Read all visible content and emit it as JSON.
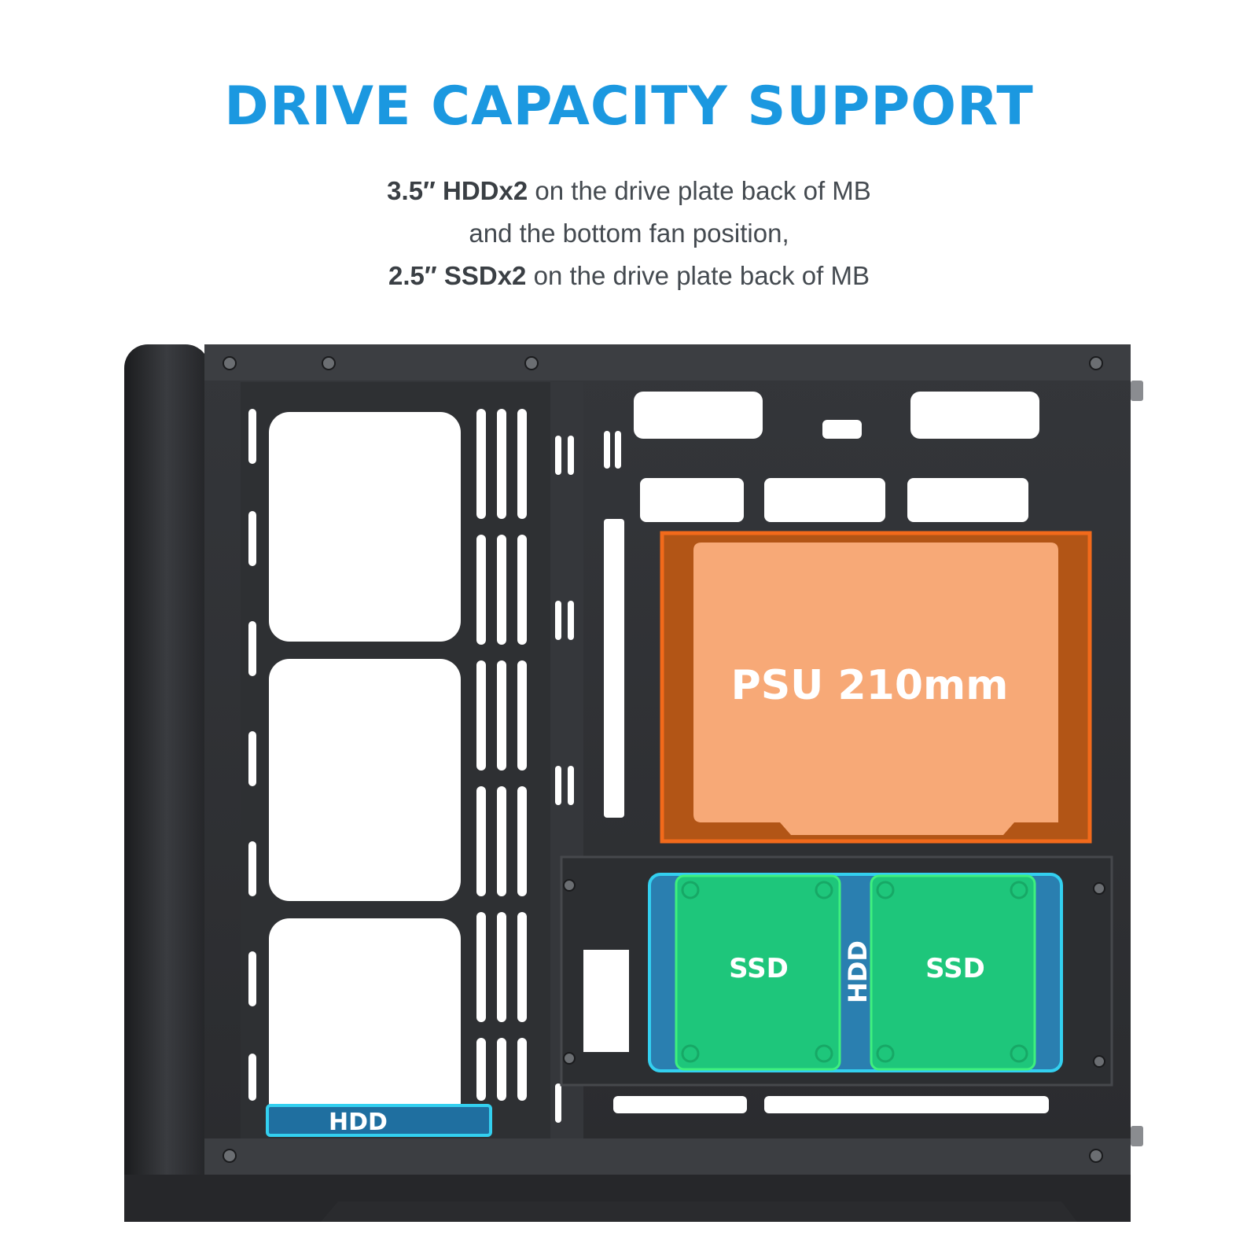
{
  "header": {
    "title": "DRIVE CAPACITY SUPPORT",
    "line1_bold": "3.5″ HDDx2",
    "line1_rest": " on the drive plate back of MB",
    "line2": "and the bottom fan position,",
    "line3_bold": "2.5″ SSDx2",
    "line3_rest": " on the drive plate back of MB"
  },
  "labels": {
    "psu": "PSU 210mm",
    "ssd_left": "SSD",
    "ssd_right": "SSD",
    "hdd_vertical": "HDD",
    "hdd_bottom": "HDD"
  },
  "colors": {
    "title": "#1b98e0",
    "case": "#2a2c2f",
    "psu_fill": "#f7a977",
    "psu_border": "#f26a1b",
    "ssd_fill": "#1ec67b",
    "hdd_fill": "#2a7fb0",
    "hdd_border": "#33d0f0"
  }
}
